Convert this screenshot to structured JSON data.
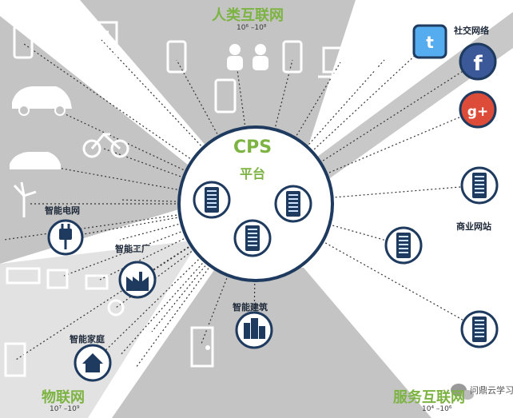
{
  "hub": {
    "title": "CPS",
    "subtitle": "平台"
  },
  "sectors": {
    "internet_of_people": {
      "title": "人类互联网",
      "range": "10⁶ –10⁸"
    },
    "internet_of_things": {
      "title": "物联网",
      "range": "10⁷ –10⁹"
    },
    "internet_of_services": {
      "title": "服务互联网",
      "range": "10⁴ –10⁶"
    }
  },
  "nodes": {
    "social": "社交网络",
    "business": "商业网站",
    "smart_grid": "智能电网",
    "smart_factory": "智能工厂",
    "smart_home": "智能家庭",
    "smart_building": "智能建筑"
  },
  "watermark": "问鼎云学习",
  "colors": {
    "sector_gray": "#bdbdbd",
    "navy": "#1e3a5f",
    "green": "#7cb342",
    "twitter": "#55acee",
    "facebook": "#3b5998",
    "googleplus": "#dd4b39"
  },
  "icons": [
    "phone-icon",
    "medical-cabinet-icon",
    "electric-car-icon",
    "bicycle-icon",
    "car-icon",
    "wind-turbine-icon",
    "plug-icon",
    "factory-icon",
    "home-icon",
    "building-icon",
    "door-icon",
    "people-icon",
    "laptop-icon",
    "twitter-icon",
    "facebook-icon",
    "google-plus-icon",
    "server-icon",
    "wechat-icon"
  ]
}
